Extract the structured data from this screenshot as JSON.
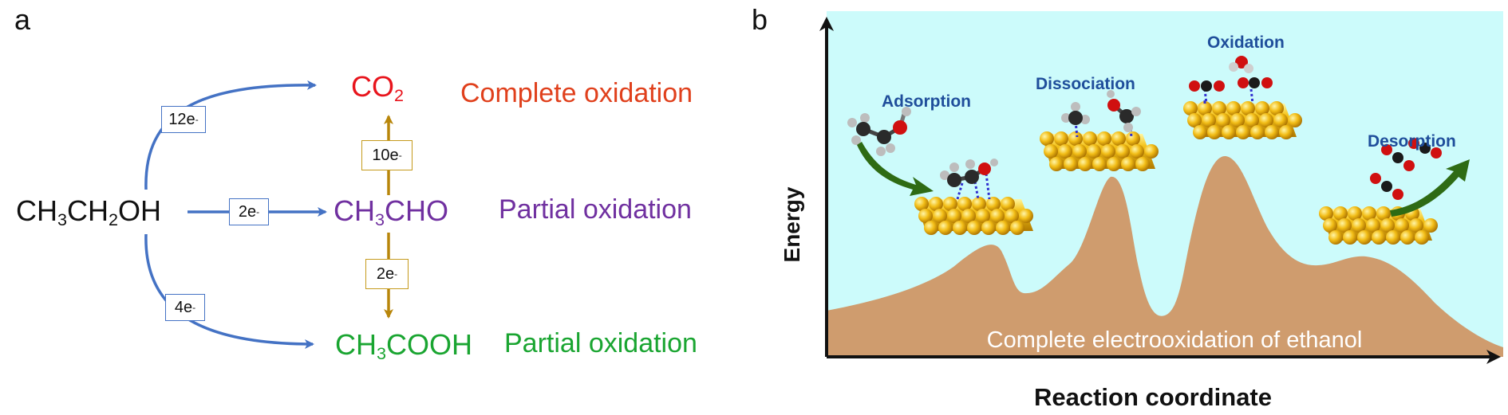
{
  "panel_a": {
    "label": "a",
    "ethanol": {
      "p1": "CH",
      "s1": "3",
      "p2": "CH",
      "s2": "2",
      "p3": "OH"
    },
    "co2": {
      "p1": "CO",
      "s1": "2"
    },
    "acetaldehyde": {
      "p1": "CH",
      "s1": "3",
      "p2": "CHO"
    },
    "acetic_acid": {
      "p1": "CH",
      "s1": "3",
      "p2": "COOH"
    },
    "labels": {
      "complete": "Complete oxidation",
      "partial_aldehyde": "Partial oxidation",
      "partial_acid": "Partial oxidation"
    },
    "electrons": {
      "to_co2": {
        "num": "12e",
        "sup": "-"
      },
      "to_aldehyde": {
        "num": "2e",
        "sup": "-"
      },
      "to_acid": {
        "num": "4e",
        "sup": "-"
      },
      "aldehyde_to_co2": {
        "num": "10e",
        "sup": "-"
      },
      "aldehyde_to_acid": {
        "num": "2e",
        "sup": "-"
      }
    },
    "colors": {
      "co2": "#e8141c",
      "aldehyde": "#7030a0",
      "acid": "#1aa531",
      "arrow_blue": "#4472c4",
      "arrow_gold": "#b8860b",
      "complete_label": "#e0401c"
    }
  },
  "panel_b": {
    "label": "b",
    "y_axis": "Energy",
    "x_axis": "Reaction coordinate",
    "caption": "Complete electrooxidation of ethanol",
    "steps": {
      "adsorption": "Adsorption",
      "dissociation": "Dissociation",
      "oxidation": "Oxidation",
      "desorption": "Desorption"
    },
    "colors": {
      "background": "#ccfbfb",
      "landscape": "#cf9c6e",
      "arrow_green": "#2e6b14",
      "step_text": "#1f4e9b"
    }
  }
}
